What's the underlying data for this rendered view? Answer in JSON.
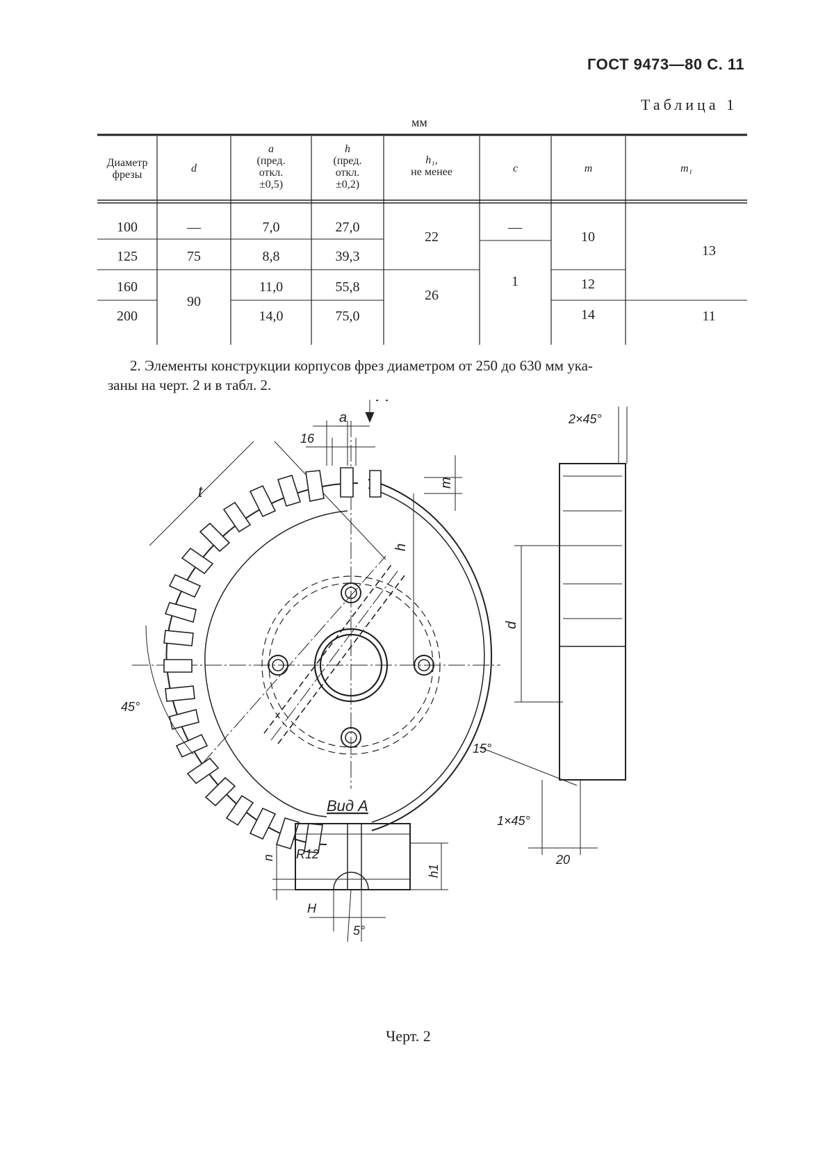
{
  "page": {
    "header": "ГОСТ 9473—80 С. 11"
  },
  "table": {
    "caption": "Таблица 1",
    "unit": "мм",
    "columns": [
      {
        "line1": "Диаметр",
        "line2": "фрезы",
        "line3": "",
        "line4": ""
      },
      {
        "line1": "d",
        "line2": "",
        "line3": "",
        "line4": ""
      },
      {
        "line1": "a",
        "line2": "(пред.",
        "line3": "откл.",
        "line4": "±0,5)"
      },
      {
        "line1": "h",
        "line2": "(пред.",
        "line3": "откл.",
        "line4": "±0,2)"
      },
      {
        "line1": "h₁,",
        "line2": "не менее",
        "line3": "",
        "line4": ""
      },
      {
        "line1": "c",
        "line2": "",
        "line3": "",
        "line4": ""
      },
      {
        "line1": "m",
        "line2": "",
        "line3": "",
        "line4": ""
      },
      {
        "line1": "m₁",
        "line2": "",
        "line3": "",
        "line4": ""
      }
    ],
    "diameters": [
      "100",
      "125",
      "160",
      "200"
    ],
    "d": [
      "—",
      "75",
      "90"
    ],
    "a": [
      "7,0",
      "8,8",
      "11,0",
      "14,0"
    ],
    "h": [
      "27,0",
      "39,3",
      "55,8",
      "75,0"
    ],
    "h1": [
      "22",
      "26"
    ],
    "c": [
      "—",
      "1"
    ],
    "m": [
      "10",
      "12",
      "14"
    ],
    "m1": [
      "13",
      "11"
    ]
  },
  "paragraph": {
    "line1": "2. Элементы конструкции корпусов фрез диаметром от 250 до 630 мм ука-",
    "line2": "заны на черт. 2 и в табл. 2."
  },
  "drawing": {
    "labels": {
      "view_arrow": "A",
      "dim_a": "a",
      "dim_16": "16",
      "dim_t": "t",
      "dim_m": "m",
      "dim_h": "h",
      "angle_45": "45°",
      "chamfer_2x45": "2×45°",
      "dim_d": "d",
      "angle_15": "15°",
      "chamfer_1x45": "1×45°",
      "dim_20": "20",
      "view_title": "Вид A",
      "dim_n": "n",
      "radius_r12": "R12",
      "dim_h1": "h1",
      "dim_H": "H",
      "angle_5": "5°"
    }
  },
  "figure": {
    "caption": "Черт. 2"
  }
}
